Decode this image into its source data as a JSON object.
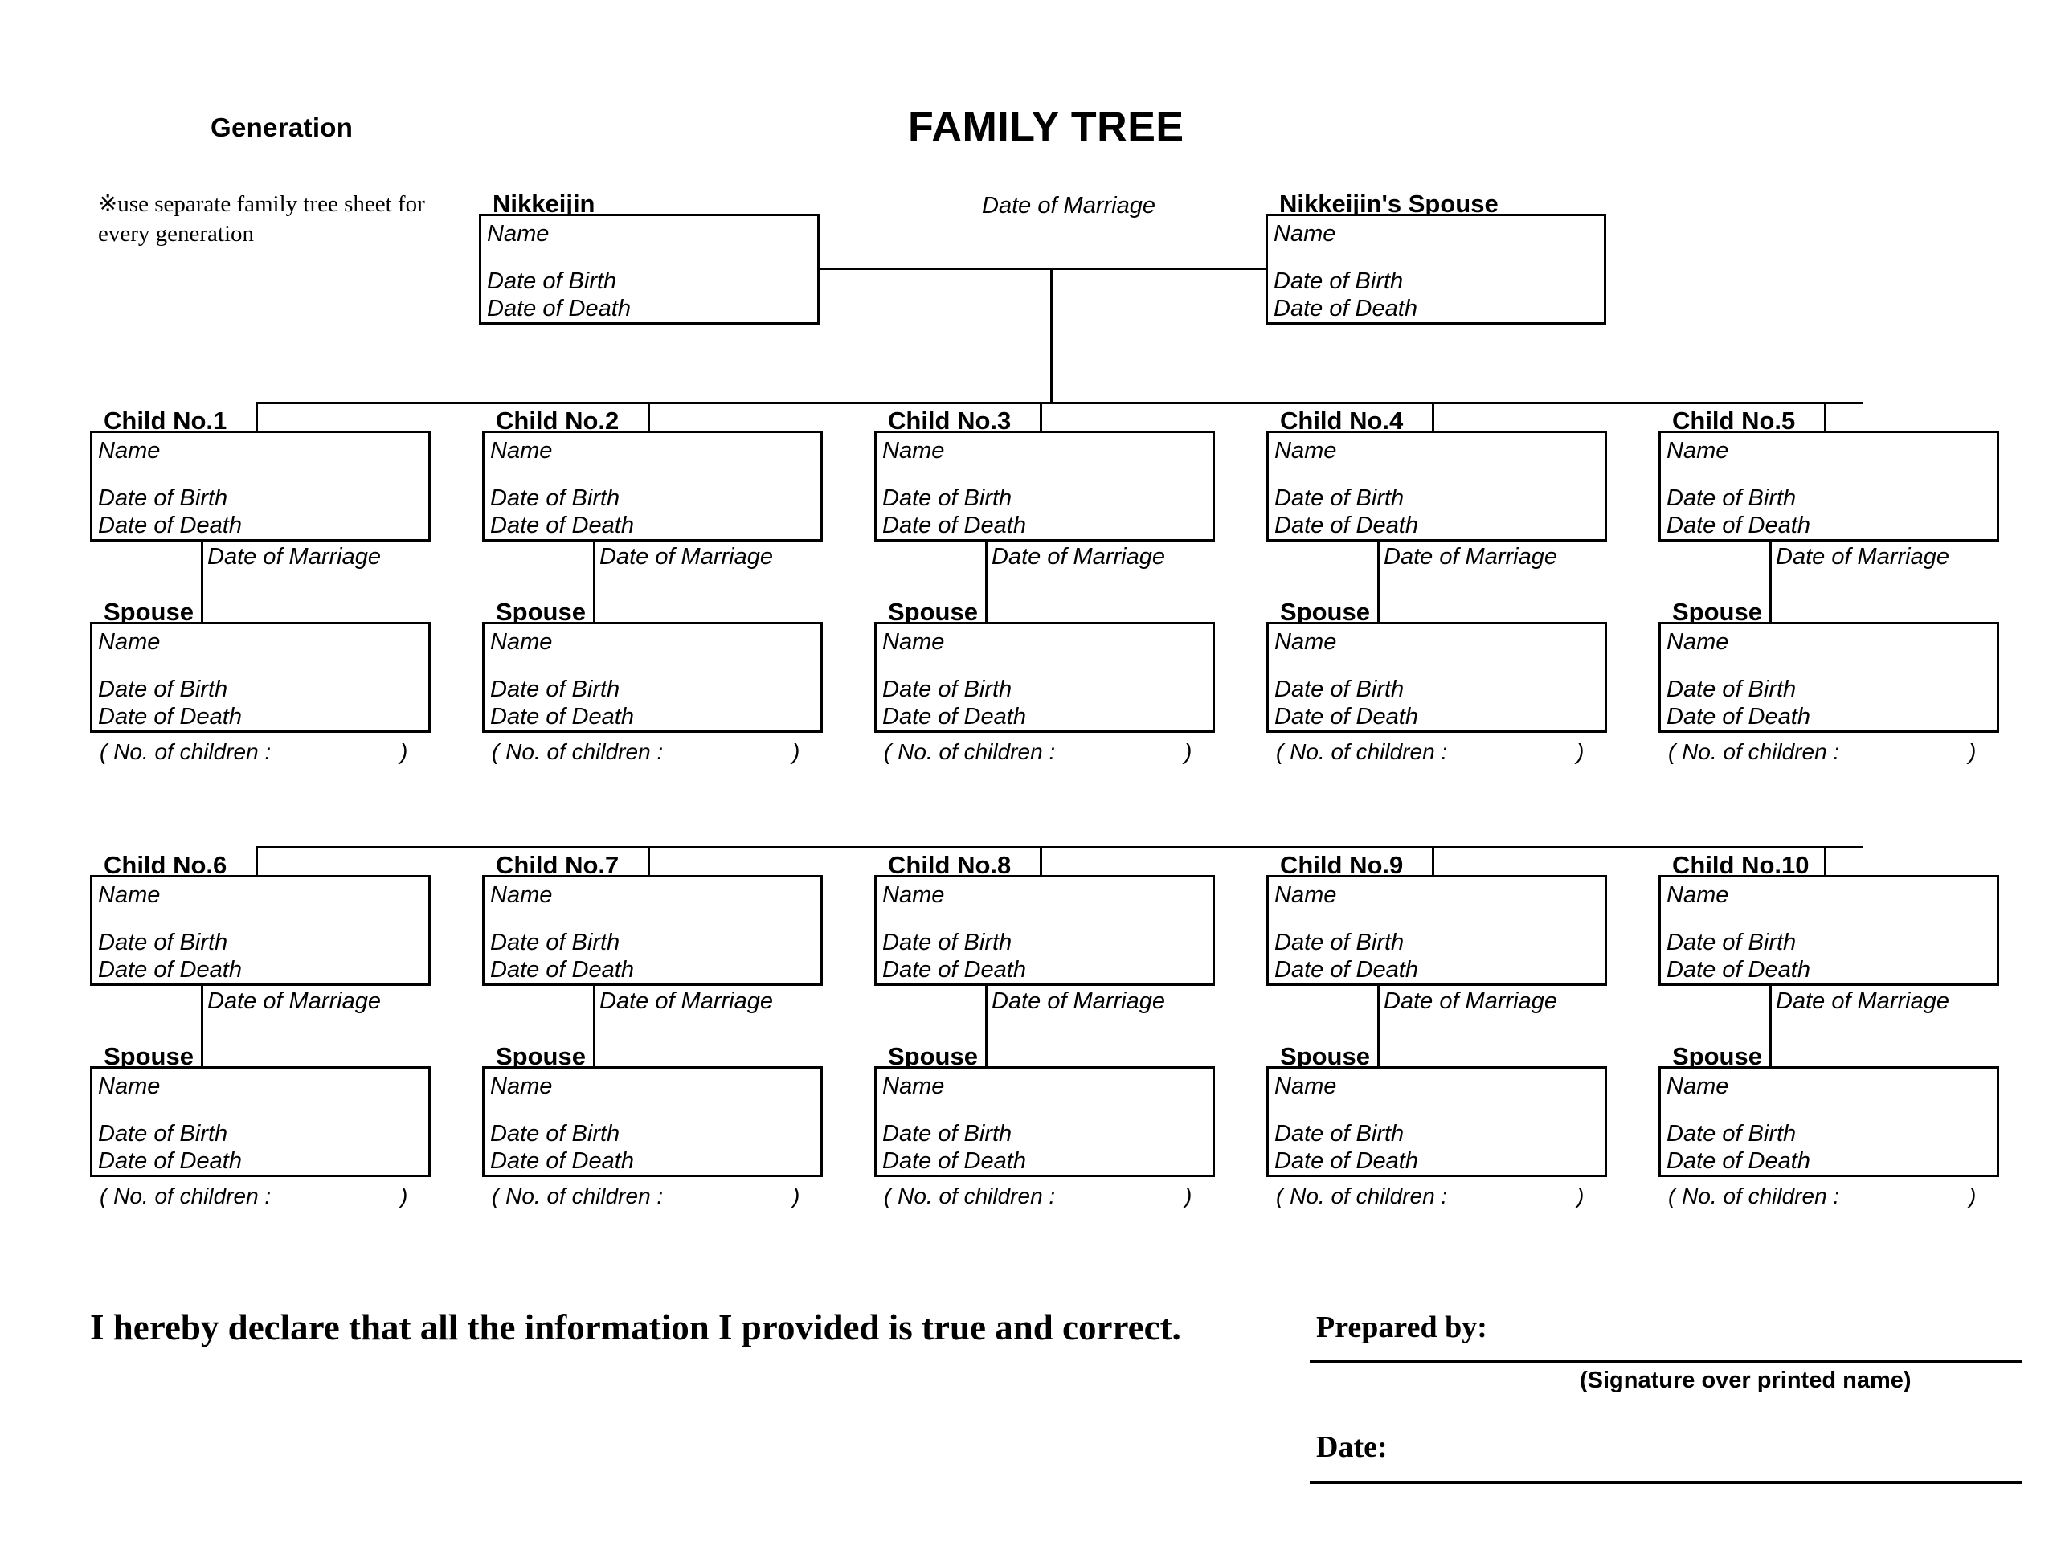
{
  "header": {
    "generation_label": "Generation",
    "title": "FAMILY TREE",
    "note": "※use separate family tree sheet for every generation"
  },
  "fields": {
    "name": "Name",
    "date_of_birth": "Date of Birth",
    "date_of_death": "Date of Death",
    "date_of_marriage": "Date of Marriage",
    "children_count_open": "( No. of children :",
    "children_count_close": ")"
  },
  "top_couple": {
    "primary_caption": "Nikkeijin",
    "spouse_caption": "Nikkeijin's Spouse",
    "marriage_label": "Date of Marriage"
  },
  "spouse_caption": "Spouse",
  "children": [
    {
      "caption": "Child No.1"
    },
    {
      "caption": "Child No.2"
    },
    {
      "caption": "Child No.3"
    },
    {
      "caption": "Child No.4"
    },
    {
      "caption": "Child No.5"
    },
    {
      "caption": "Child No.6"
    },
    {
      "caption": "Child No.7"
    },
    {
      "caption": "Child No.8"
    },
    {
      "caption": "Child No.9"
    },
    {
      "caption": "Child No.10"
    }
  ],
  "footer": {
    "declaration": "I hereby declare that all the information I provided is true and correct.",
    "prepared_by": "Prepared by:",
    "signature_hint": "(Signature over printed name)",
    "date": "Date:"
  },
  "colors": {
    "ink": "#000000",
    "paper": "#ffffff"
  }
}
